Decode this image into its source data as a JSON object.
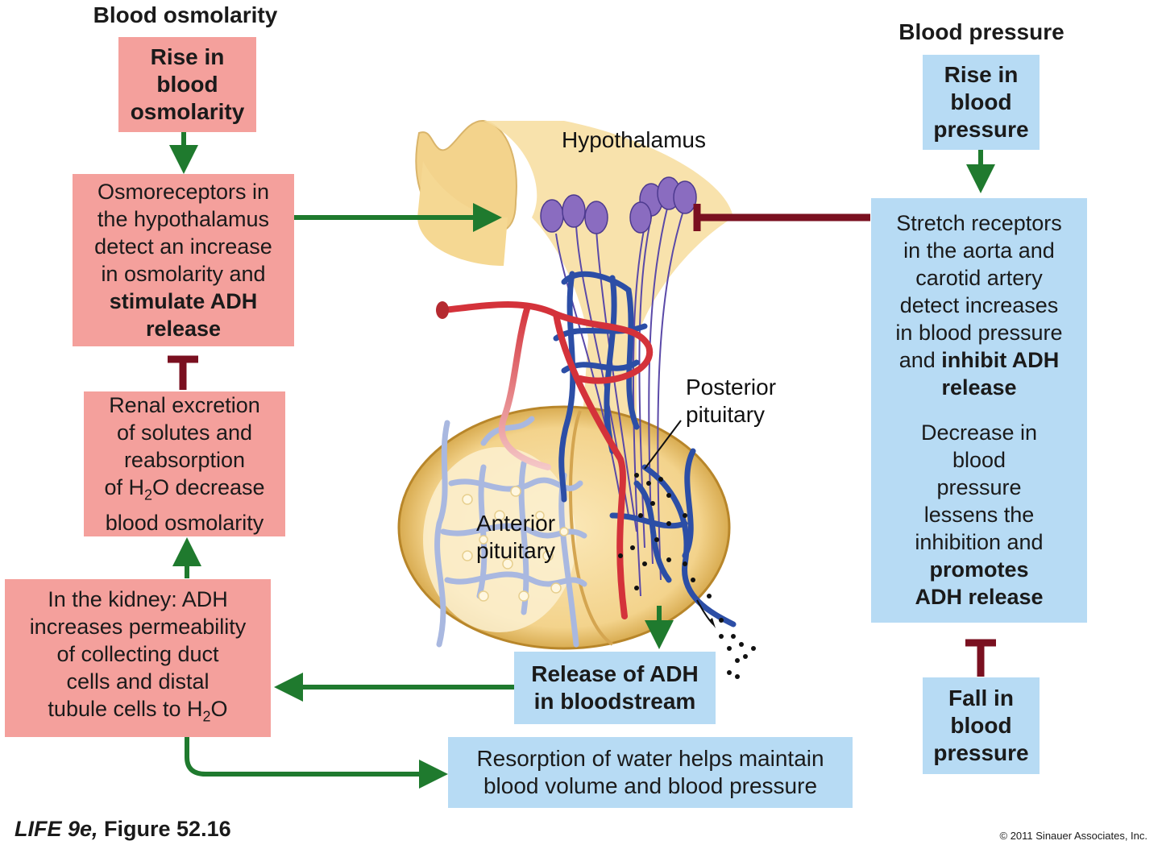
{
  "headings": {
    "left": "Blood osmolarity",
    "right": "Blood pressure"
  },
  "boxes": {
    "rise_osmolarity": [
      "Rise in",
      "blood",
      "osmolarity"
    ],
    "osmoreceptors": {
      "lines": [
        "Osmoreceptors in",
        "the hypothalamus",
        "detect an increase",
        "in osmolarity and"
      ],
      "bold_lines": [
        "stimulate ADH",
        "release"
      ]
    },
    "renal": {
      "line1": "Renal excretion",
      "line2": "of solutes and",
      "line3": "reabsorption",
      "line4_pre": "of H",
      "line4_sub": "2",
      "line4_post": "O decrease",
      "line5": "blood osmolarity"
    },
    "kidney": {
      "line1": "In the kidney: ADH",
      "line2": "increases permeability",
      "line3": "of collecting duct",
      "line4": "cells and distal",
      "line5_pre": "tubule cells to H",
      "line5_sub": "2",
      "line5_post": "O"
    },
    "release_adh": [
      "Release of ADH",
      "in bloodstream"
    ],
    "resorption": [
      "Resorption of water helps maintain",
      "blood volume and blood pressure"
    ],
    "rise_pressure": [
      "Rise in",
      "blood",
      "pressure"
    ],
    "stretch": {
      "lines": [
        "Stretch receptors",
        "in the aorta and",
        "carotid artery",
        "detect increases",
        "in blood pressure"
      ],
      "mixed_pre": "and ",
      "mixed_bold": "inhibit ADH",
      "bold_last": "release",
      "decrease_lines": [
        "Decrease in",
        "blood",
        "pressure",
        "lessens the",
        "inhibition and"
      ],
      "decrease_bold": [
        "promotes",
        "ADH release"
      ]
    },
    "fall_pressure": [
      "Fall in",
      "blood",
      "pressure"
    ]
  },
  "labels": {
    "hypothalamus": "Hypothalamus",
    "posterior": [
      "Posterior",
      "pituitary"
    ],
    "anterior": [
      "Anterior",
      "pituitary"
    ]
  },
  "footer": {
    "book": "LIFE 9e,",
    "figure": " Figure 52.16",
    "copyright": "© 2011 Sinauer Associates, Inc."
  },
  "colors": {
    "pink_box": "#f4a09c",
    "blue_box": "#b7dbf4",
    "stimulate_arrow": "#1f7a2e",
    "inhibit_bar": "#7a1020"
  }
}
